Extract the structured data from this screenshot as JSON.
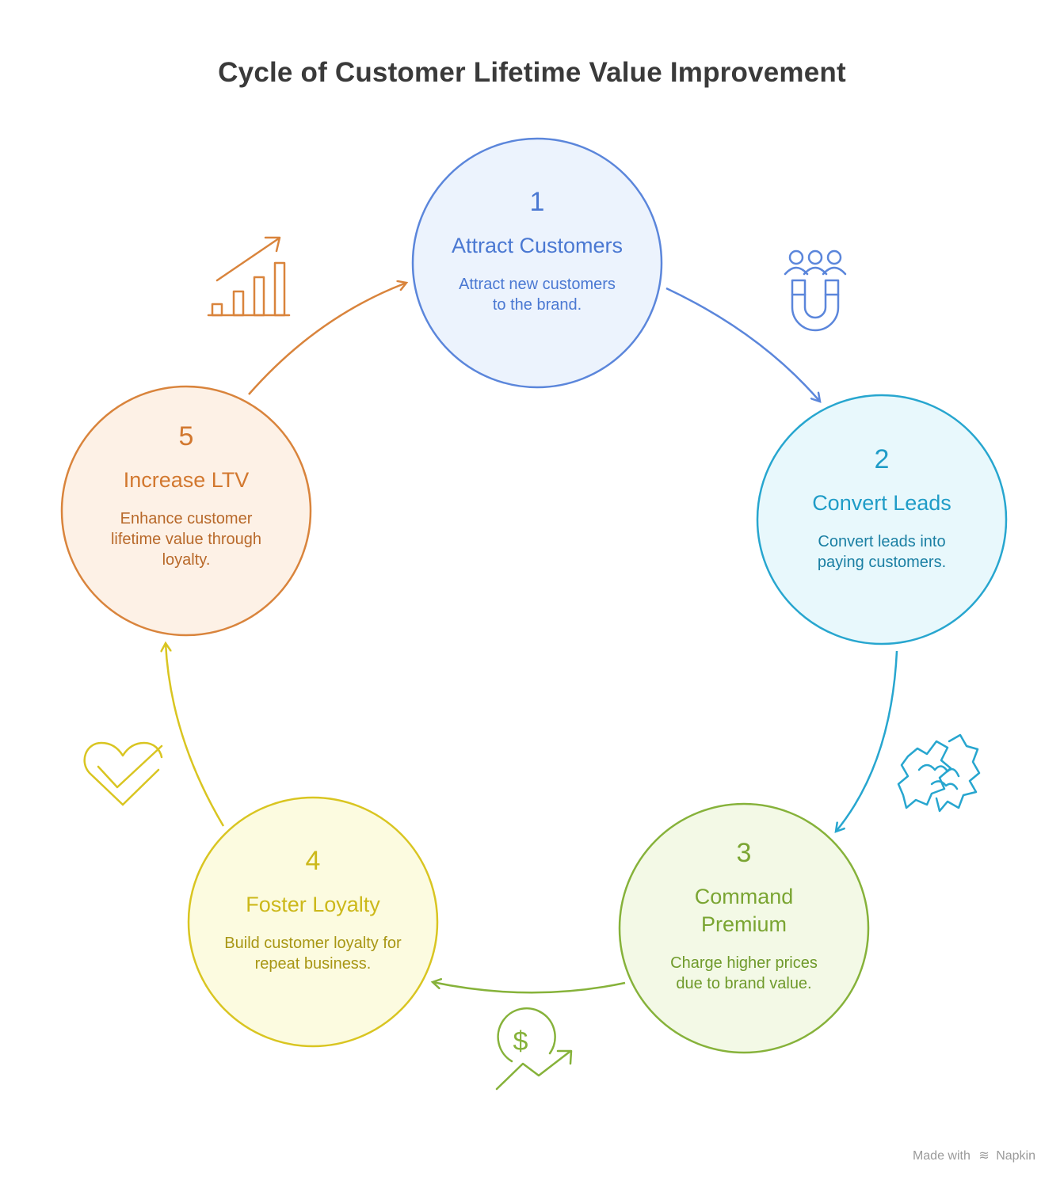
{
  "title": "Cycle of Customer Lifetime Value Improvement",
  "stages": [
    {
      "number": "1",
      "heading": "Attract Customers",
      "description": "Attract new customers to the brand.",
      "color": "#5b86db",
      "fill": "#ecf3fd",
      "icon": "magnet-people-icon"
    },
    {
      "number": "2",
      "heading": "Convert Leads",
      "description": "Convert leads into paying customers.",
      "color": "#27a6cf",
      "fill": "#e8f8fc",
      "icon": "handshake-icon"
    },
    {
      "number": "3",
      "heading": "Command Premium",
      "description": "Charge higher prices due to brand value.",
      "color": "#86b23a",
      "fill": "#f3f9e6",
      "icon": "dollar-growth-icon"
    },
    {
      "number": "4",
      "heading": "Foster Loyalty",
      "description": "Build customer loyalty for repeat business.",
      "color": "#d9c521",
      "fill": "#fcfbe0",
      "icon": "heart-check-icon"
    },
    {
      "number": "5",
      "heading": "Increase LTV",
      "description": "Enhance customer lifetime value through loyalty.",
      "color": "#d9843c",
      "fill": "#fdf1e6",
      "icon": "growth-chart-icon"
    }
  ],
  "watermark": {
    "prefix": "Made with",
    "brand": "Napkin"
  }
}
